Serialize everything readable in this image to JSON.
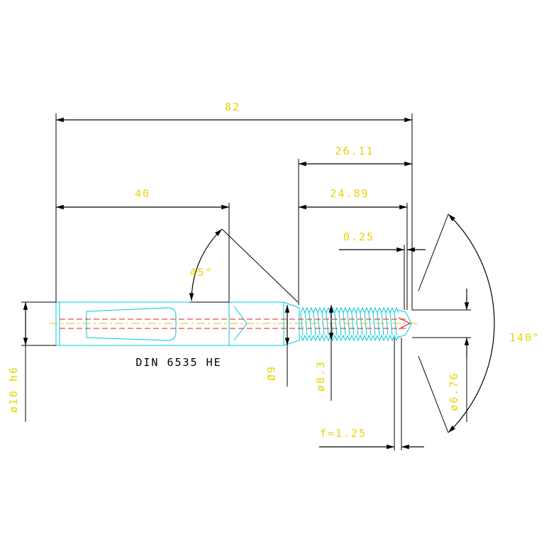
{
  "dimensions": {
    "overall_length": "82",
    "shank_length": "40",
    "dim_26_11": "26.11",
    "dim_24_89": "24.89",
    "dim_0_25": "0.25",
    "chamfer_angle": "45°",
    "point_angle": "140°",
    "shank_diameter": "ø10 h6",
    "neck_diameter": "Ø9",
    "thread_diameter": "ø8.3",
    "core_diameter": "ø6.76",
    "f_value": "f=1.25"
  },
  "shank_standard": "DIN 6535 HE",
  "colors": {
    "dimension_text": "#e8d400",
    "tool_outline": "#00c8d8",
    "center_line": "#e0c000",
    "coolant_line": "#e02020",
    "dimension_line": "#000000"
  }
}
